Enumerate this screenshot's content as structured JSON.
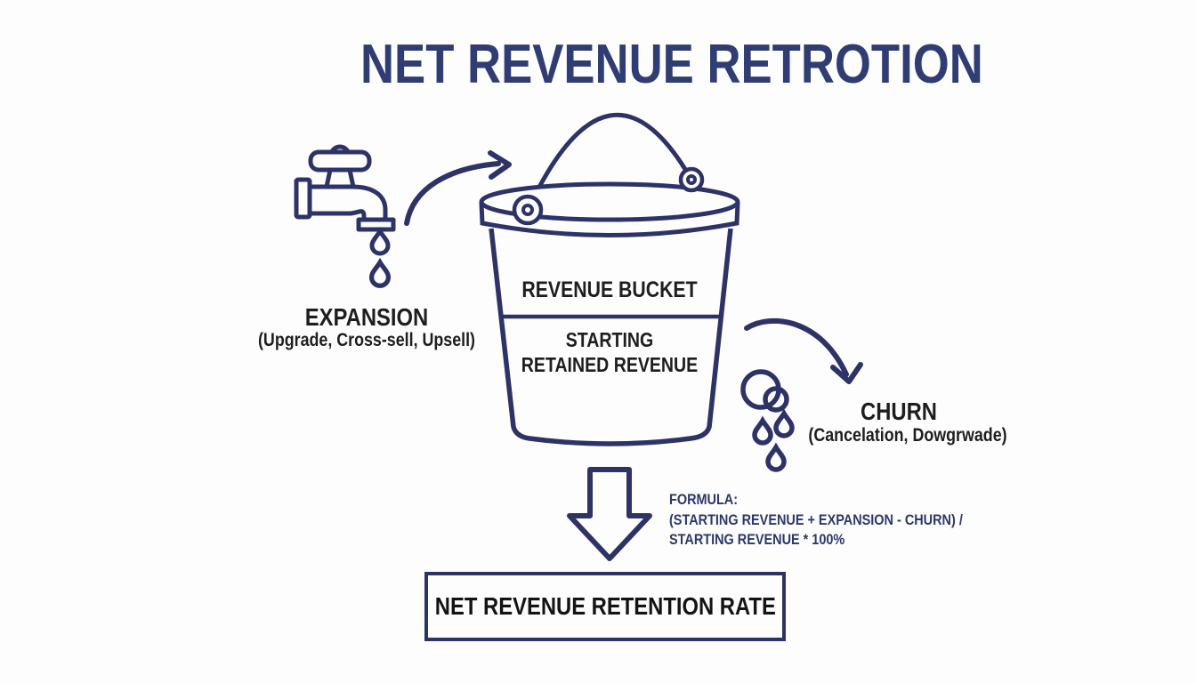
{
  "title": "NET REVENUE RETROTION",
  "colors": {
    "navy_outline": "#2d3366",
    "title_navy": "#303d72",
    "ink_black": "#1e1e1e",
    "background": "#fdfdfd"
  },
  "expansion": {
    "label": "EXPANSION",
    "sub": "(Upgrade, Cross-sell, Upsell)"
  },
  "bucket": {
    "label": "REVENUE BUCKET",
    "content_line1": "STARTING",
    "content_line2": "RETAINED REVENUE"
  },
  "churn": {
    "label": "CHURN",
    "sub": "(Cancelation, Dowgrwade)"
  },
  "formula": {
    "heading": "FORMULA:",
    "line1": "(STARTING REVENUE + EXPANSION - CHURN) /",
    "line2": "STARTING REVENUE * 100%"
  },
  "result_box": {
    "label": "NET REVENUE RETENTION RATE"
  },
  "icons": {
    "faucet": "faucet-icon",
    "drip_drops": "drip-drops-icon",
    "expansion_arrow": "curved-arrow-into-bucket-icon",
    "bucket": "bucket-icon",
    "churn_arrow": "curved-arrow-out-icon",
    "churn_drops": "leak-drops-icon",
    "down_arrow": "down-block-arrow-icon"
  }
}
